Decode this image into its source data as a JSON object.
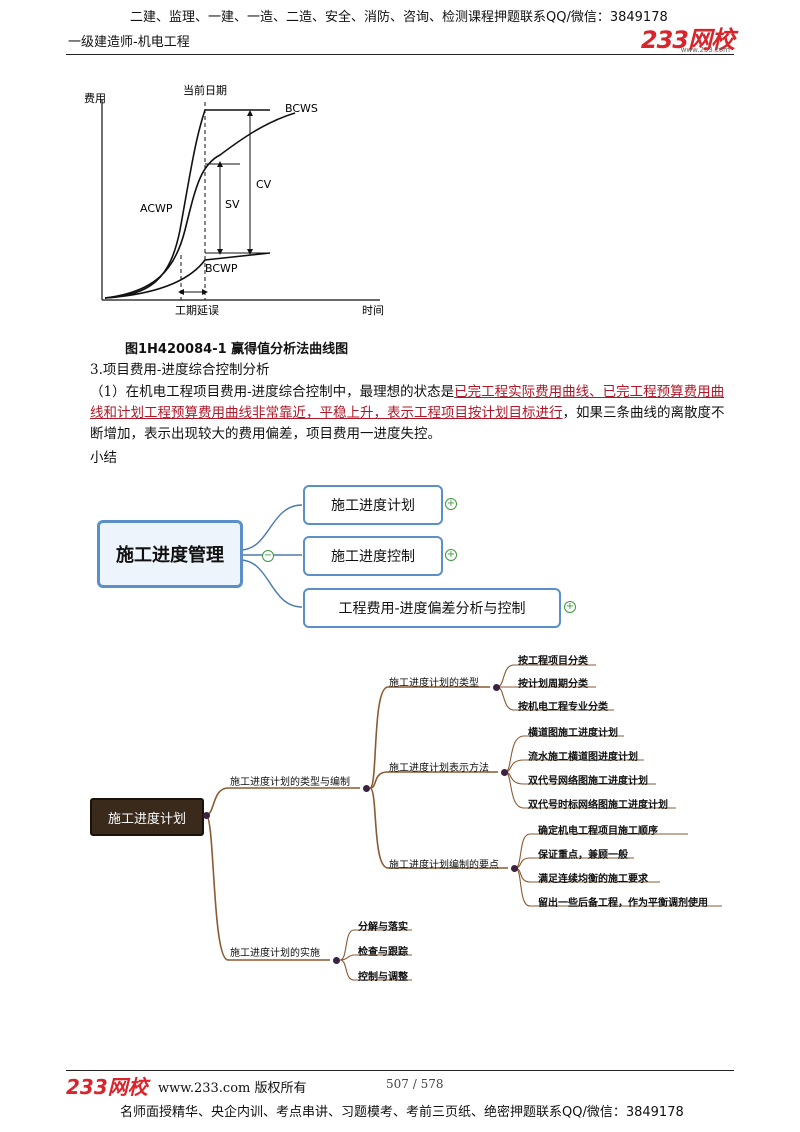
{
  "header": {
    "line1": "二建、监理、一建、一造、二造、安全、消防、咨询、检测课程押题联系QQ/微信：3849178",
    "line2": "一级建造师-机电工程",
    "logo": "233网校",
    "logo_sub": "www.233.com"
  },
  "figure": {
    "ylabel": "费用",
    "xlabel": "时间",
    "top_label": "当前日期",
    "delay_label": "工期延误",
    "curves": [
      "BCWS",
      "ACWP",
      "BCWP"
    ],
    "cv": "CV",
    "sv": "SV",
    "caption": "图1H420084-1  赢得值分析法曲线图"
  },
  "section": {
    "heading": "3.项目费用-进度综合控制分析",
    "para_prefix": "（1）在机电工程项目费用-进度综合控制中，最理想的状态是",
    "para_highlight": "已完工程实际费用曲线、已完工程预算费用曲线和计划工程预算费用曲线非常靠近，平稳上升，表示工程项目按计划目标进行",
    "para_suffix": "，如果三条曲线的离散度不断增加，表示出现较大的费用偏差，项目费用一进度失控。",
    "summary": "小结"
  },
  "mindmap1": {
    "root": "施工进度管理",
    "children": [
      "施工进度计划",
      "施工进度控制",
      "工程费用-进度偏差分析与控制"
    ]
  },
  "mindmap2": {
    "root": "施工进度计划",
    "branch1": {
      "label": "施工进度计划的类型与编制",
      "groups": [
        {
          "label": "施工进度计划的类型",
          "items": [
            "按工程项目分类",
            "按计划周期分类",
            "按机电工程专业分类"
          ]
        },
        {
          "label": "施工进度计划表示方法",
          "items": [
            "横道图施工进度计划",
            "流水施工横道图进度计划",
            "双代号网络图施工进度计划",
            "双代号时标网络图施工进度计划"
          ]
        },
        {
          "label": "施工进度计划编制的要点",
          "items": [
            "确定机电工程项目施工顺序",
            "保证重点，兼顾一般",
            "满足连续均衡的施工要求",
            "留出一些后备工程，作为平衡调剂使用"
          ]
        }
      ]
    },
    "branch2": {
      "label": "施工进度计划的实施",
      "items": [
        "分解与落实",
        "检查与跟踪",
        "控制与调整"
      ]
    }
  },
  "footer": {
    "logo": "233网校",
    "site": "www.233.com 版权所有",
    "page": "507 / 578",
    "bottom": "名师面授精华、央企内训、考点串讲、习题模考、考前三页纸、绝密押题联系QQ/微信：3849178"
  },
  "colors": {
    "accent_red": "#d8242a",
    "box_blue": "#5b8fc7",
    "root_dark": "#3a2a1c",
    "branch_brown": "#8a5a30"
  }
}
